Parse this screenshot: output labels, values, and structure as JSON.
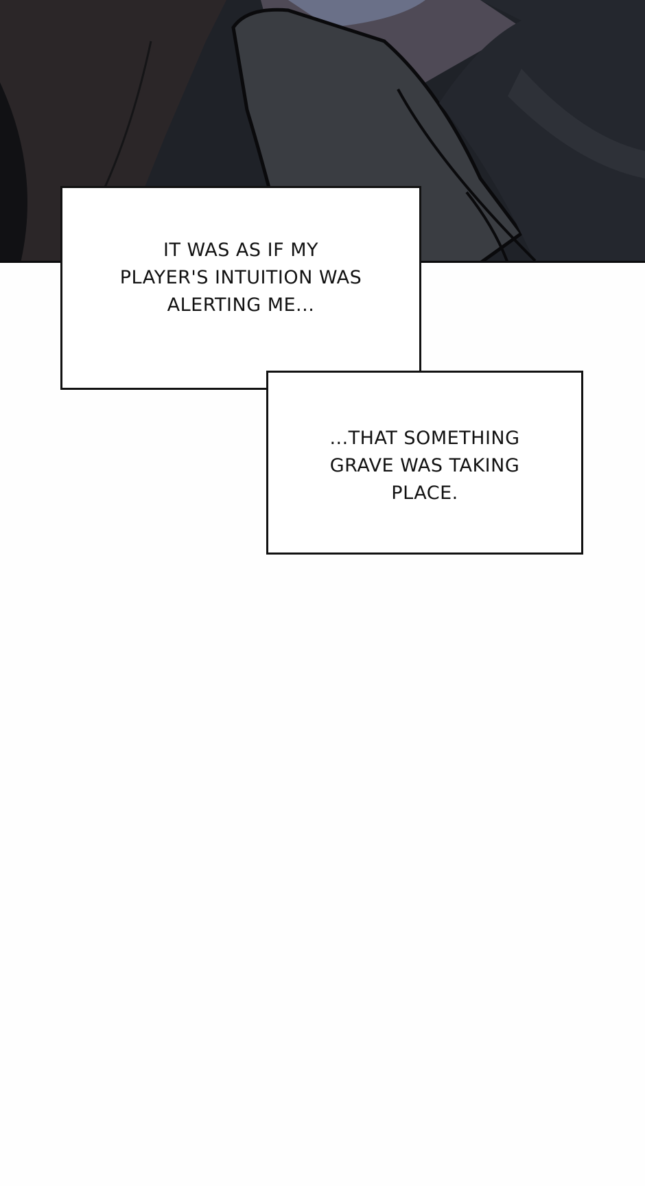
{
  "page": {
    "background": "#fefefe"
  },
  "art_panel": {
    "description": "dark illustration of a gloved hand with blue-gray fabric",
    "colors": {
      "base": "#1e2128",
      "glove": "#3a3d42",
      "skin": "#5a5560",
      "collar": "#6a7088",
      "lines": "#0a0a0c"
    }
  },
  "captions": [
    {
      "text": "It was as if my\nplayer's intuition was\nalerting me..."
    },
    {
      "text": "...that something\ngrave was taking\nplace."
    }
  ]
}
